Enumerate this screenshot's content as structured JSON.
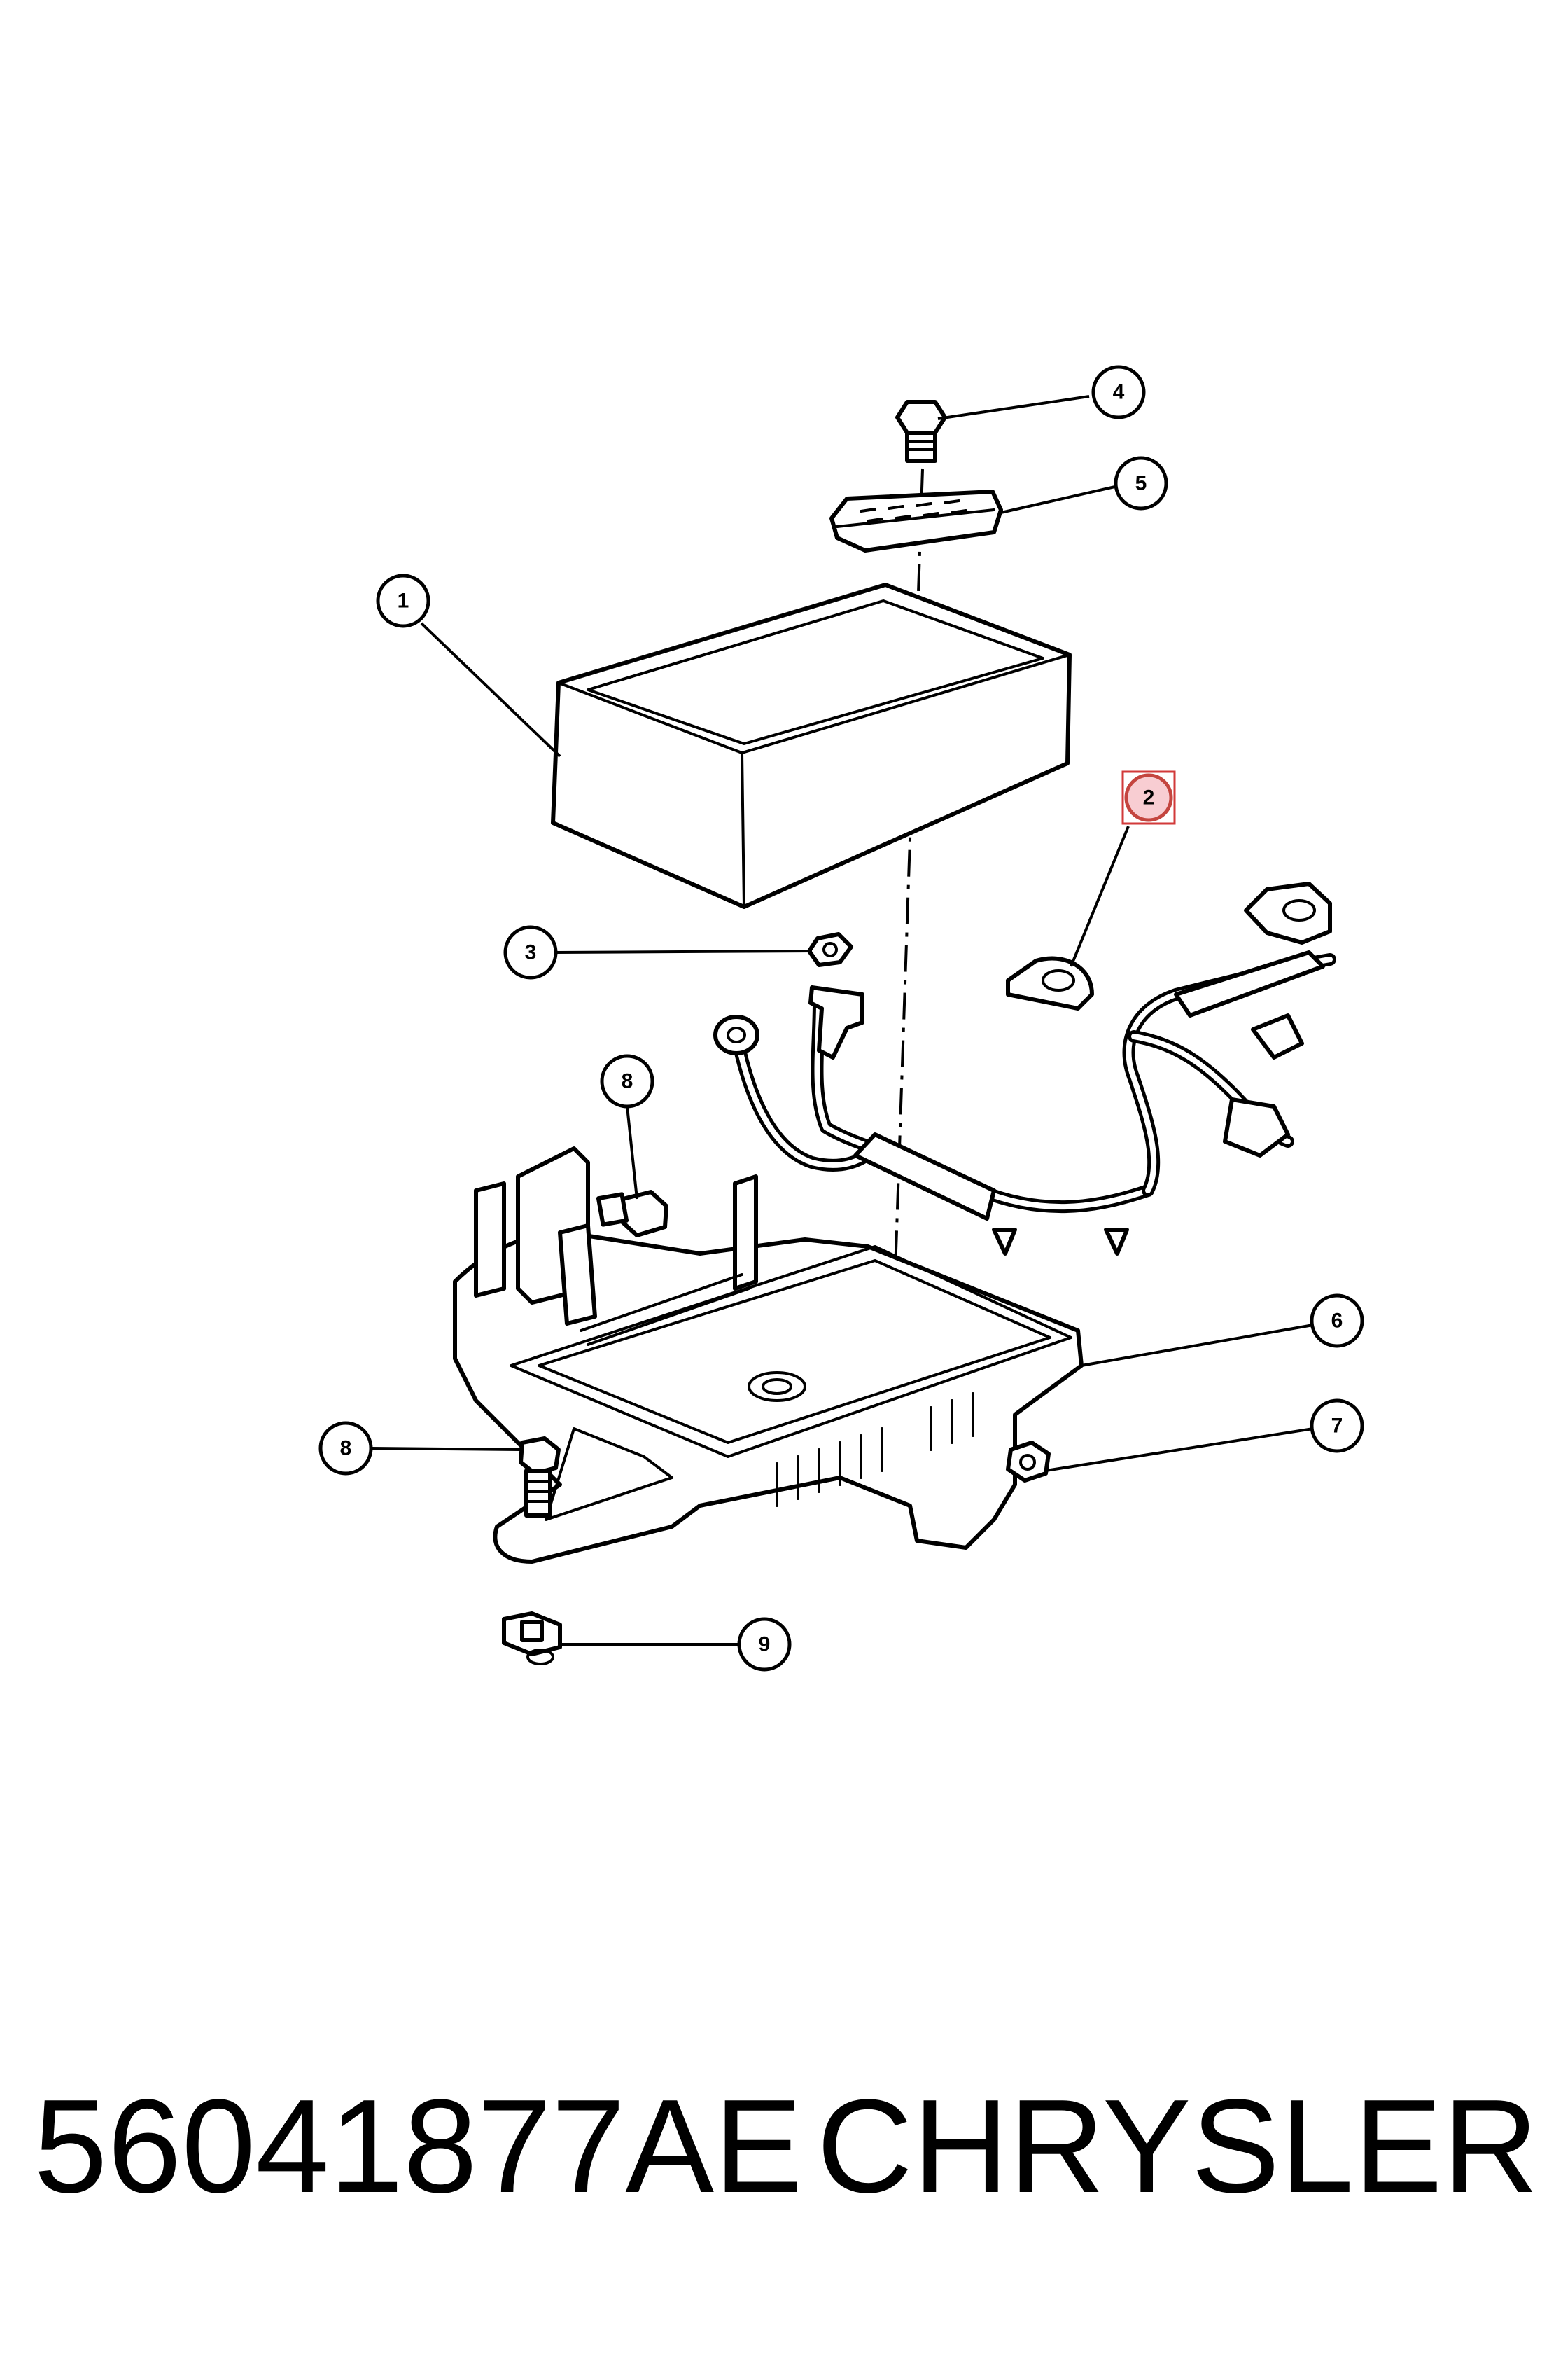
{
  "callouts": [
    {
      "number": "1",
      "highlighted": false
    },
    {
      "number": "2",
      "highlighted": true
    },
    {
      "number": "3",
      "highlighted": false
    },
    {
      "number": "4",
      "highlighted": false
    },
    {
      "number": "5",
      "highlighted": false
    },
    {
      "number": "6",
      "highlighted": false
    },
    {
      "number": "7",
      "highlighted": false
    },
    {
      "number": "8",
      "highlighted": false
    },
    {
      "number": "8",
      "highlighted": false
    },
    {
      "number": "9",
      "highlighted": false
    }
  ],
  "footer": {
    "part_number": "56041877AE",
    "brand": "CHRYSLER"
  },
  "colors": {
    "highlight_fill": "#f8cdd2",
    "highlight_border": "#d23a3a",
    "line": "#000000"
  }
}
